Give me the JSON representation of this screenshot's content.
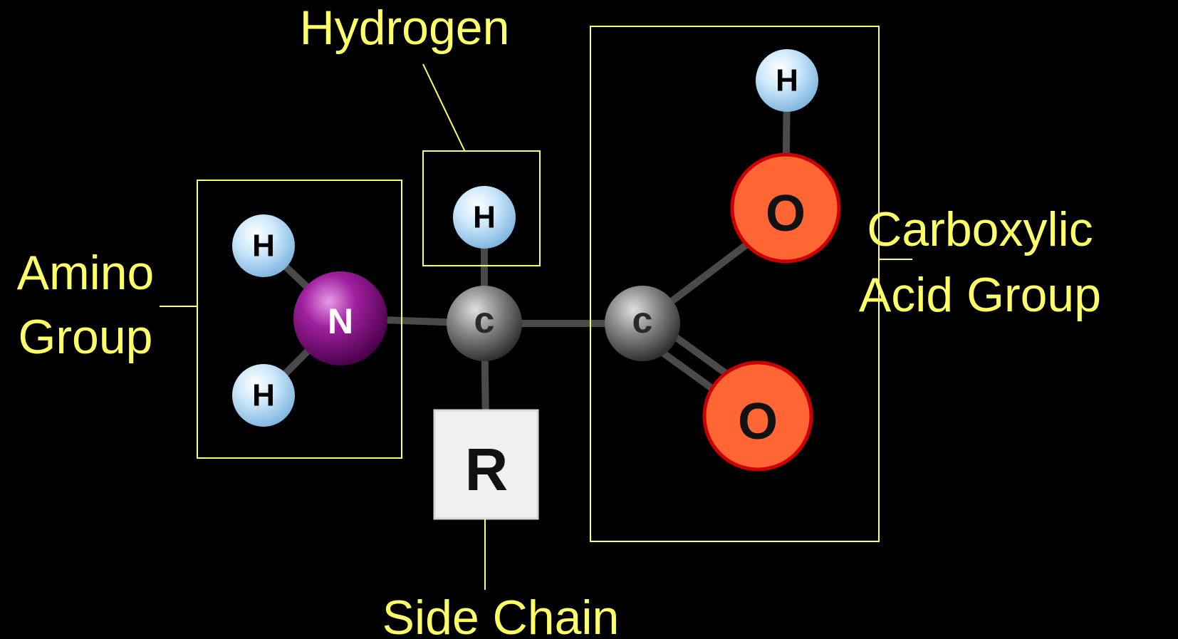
{
  "labels": {
    "hydrogen": "Hydrogen",
    "amino_line1": "Amino",
    "amino_line2": "Group",
    "carboxyl_line1": "Carboxylic",
    "carboxyl_line2": "Acid Group",
    "side_chain": "Side Chain"
  },
  "atoms": {
    "h_amino_top": "H",
    "h_amino_bottom": "H",
    "nitrogen": "N",
    "h_alpha": "H",
    "carbon_alpha": "c",
    "carbon_carboxyl": "c",
    "h_hydroxyl": "H",
    "oxygen_hydroxyl": "O",
    "oxygen_carbonyl": "O",
    "side_chain_r": "R"
  },
  "colors": {
    "background": "#000000",
    "label": "#ffff66",
    "hydrogen": "#b8dcf6",
    "nitrogen": "#8b1a8b",
    "carbon": "#7a7a7a",
    "oxygen": "#ff6633",
    "oxygen_outline": "#cc0000",
    "side_chain_box": "#f0f0f0"
  }
}
